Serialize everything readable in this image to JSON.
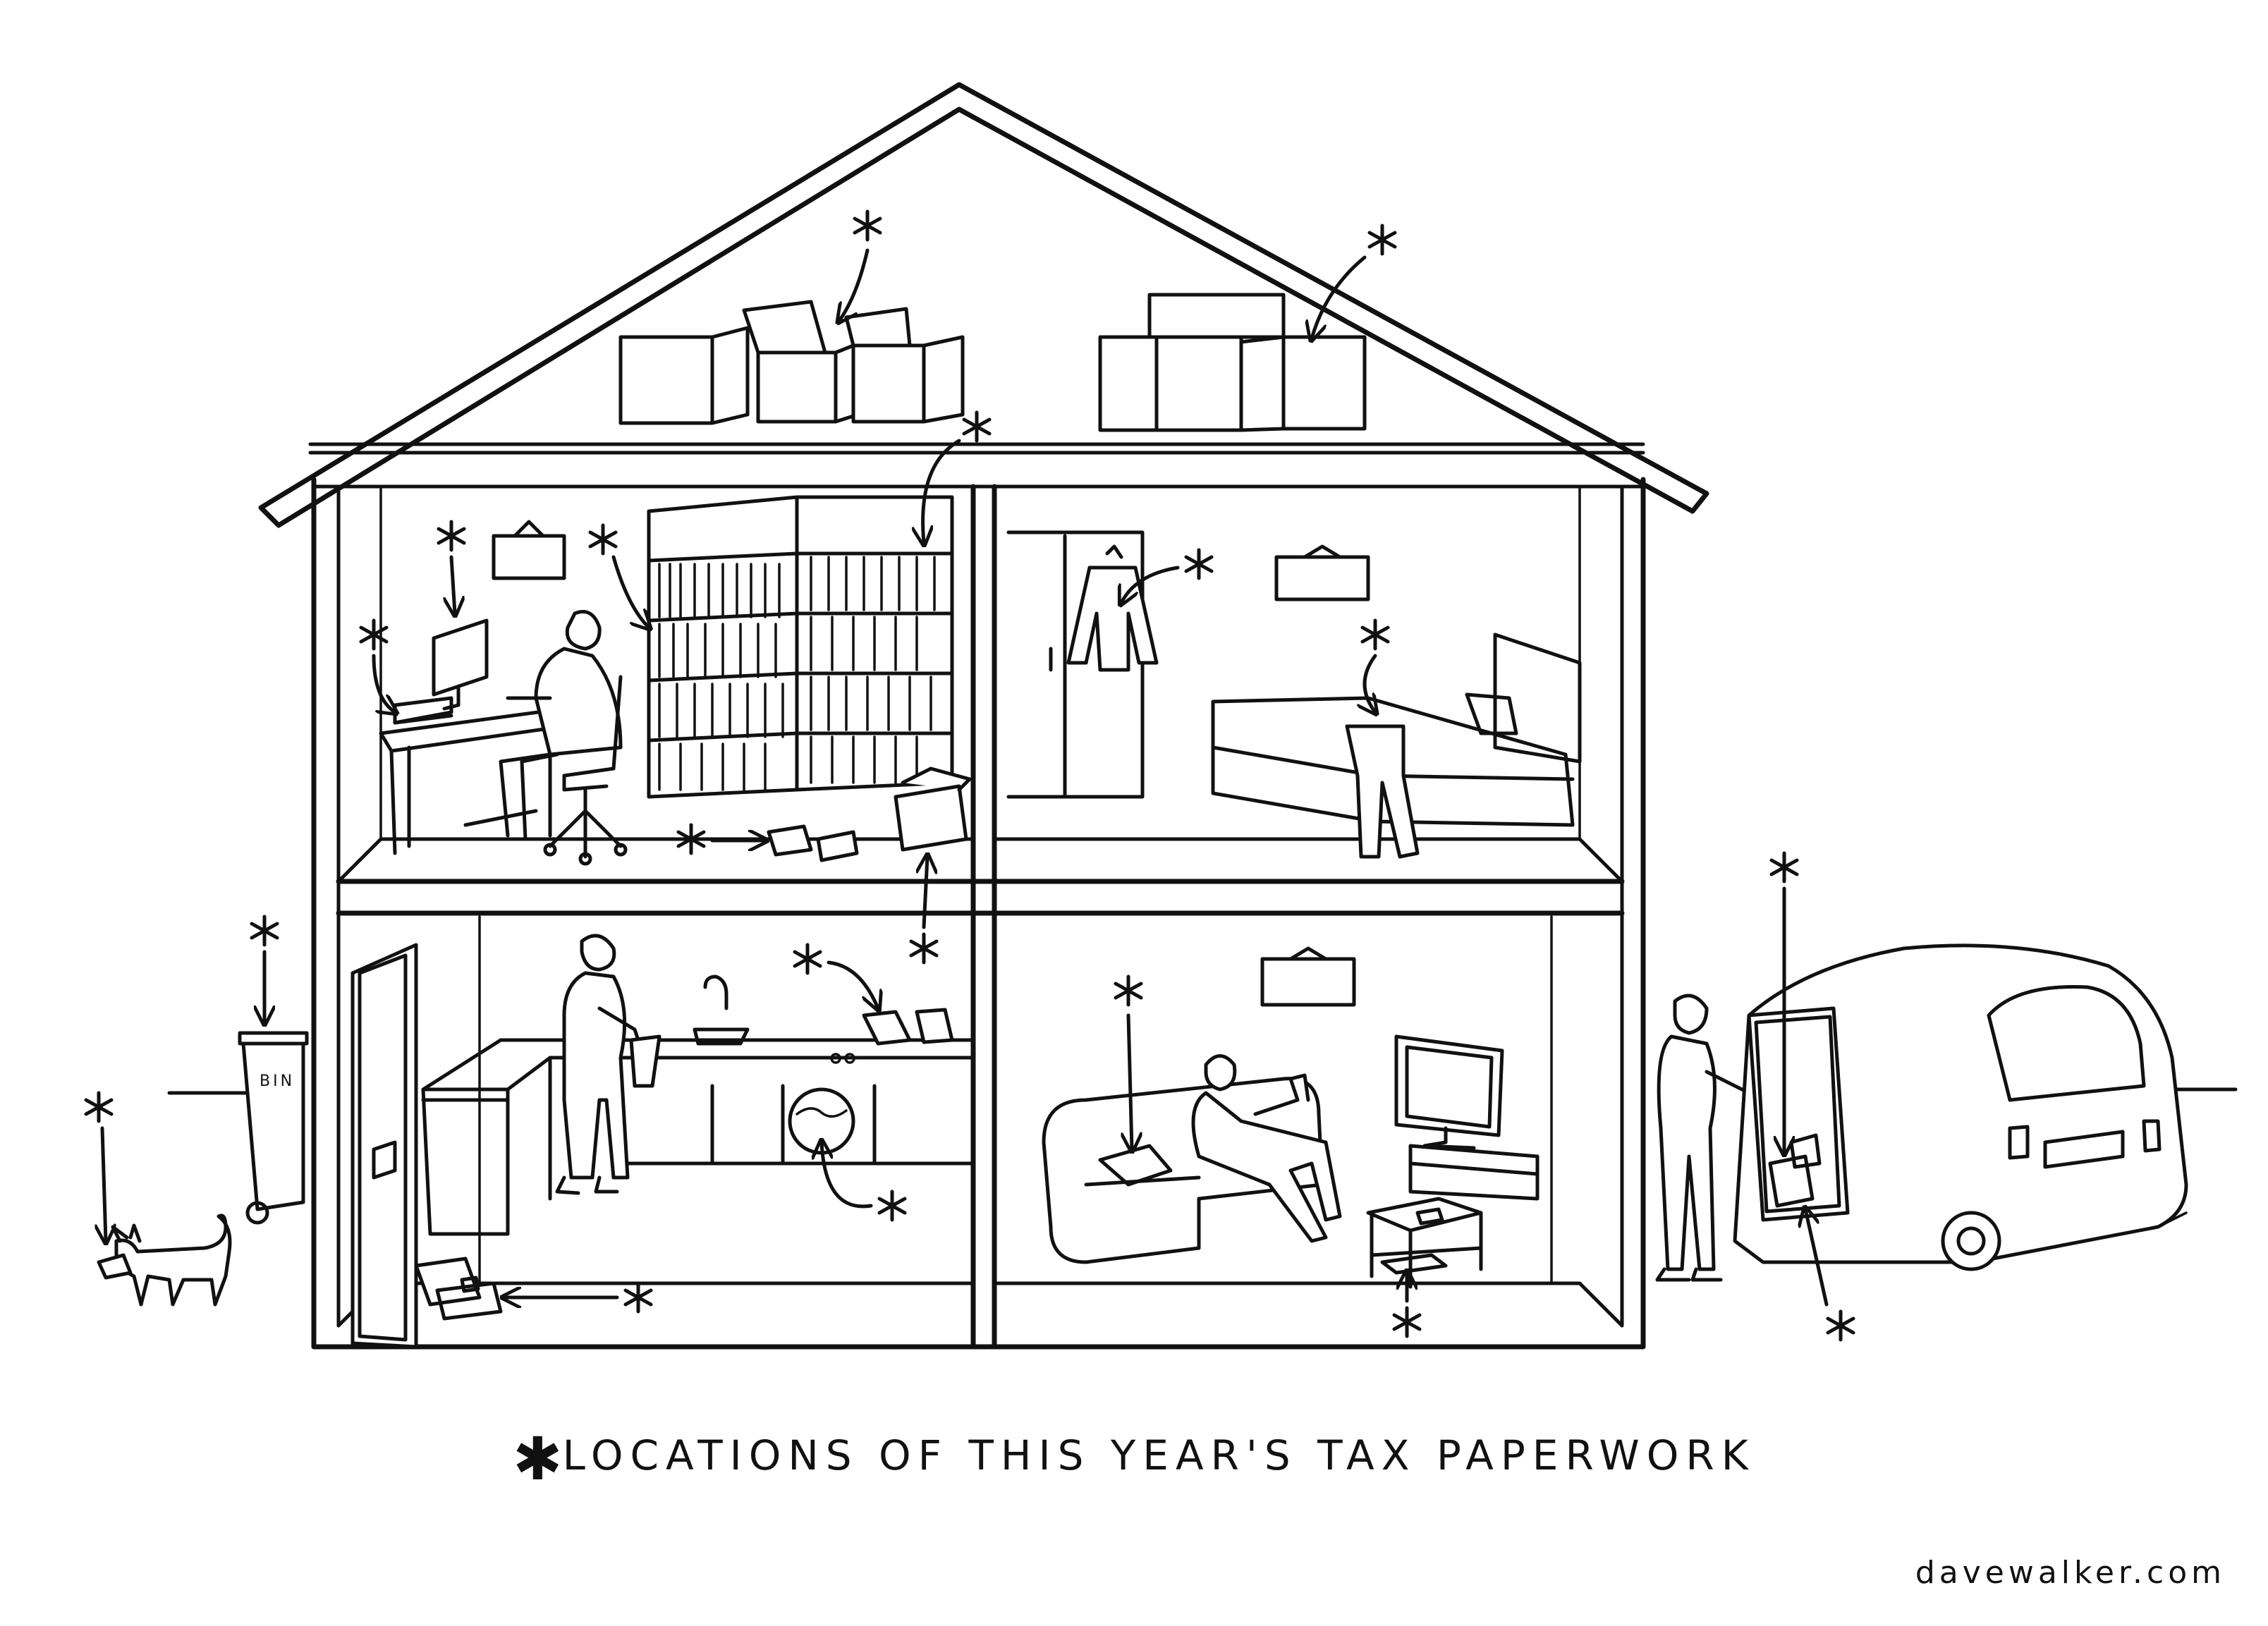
{
  "caption": {
    "marker": "✱",
    "text": "LOCATIONS OF THIS YEAR'S TAX PAPERWORK"
  },
  "credit": "davewalker.com",
  "bin_label": "BIN",
  "icons": {
    "asterisk": "asterisk-icon",
    "arrow": "arrow-icon"
  },
  "colors": {
    "ink": "#111111",
    "paper": "#ffffff"
  }
}
